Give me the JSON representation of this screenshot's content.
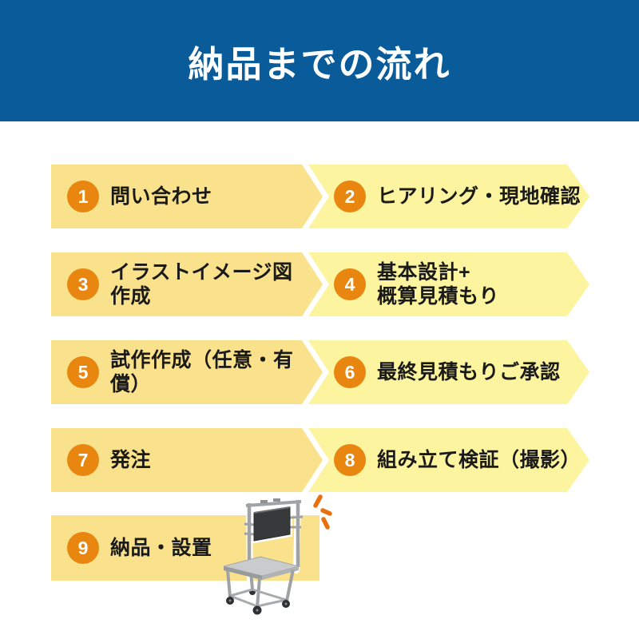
{
  "title": "納品までの流れ",
  "colors": {
    "header-bg": "#0A5B9A",
    "title-text": "#FFFFFF",
    "box-dark": "#FAE18B",
    "box-light": "#FCF49E",
    "badge": "#E8860F",
    "burst": "#E8700E",
    "text": "#1A1A1A"
  },
  "steps": [
    {
      "num": "1",
      "lines": [
        "問い合わせ"
      ]
    },
    {
      "num": "2",
      "lines": [
        "ヒアリング・現地確認"
      ]
    },
    {
      "num": "3",
      "lines": [
        "イラストイメージ図",
        "作成"
      ]
    },
    {
      "num": "4",
      "lines": [
        "基本設計+",
        "概算見積もり"
      ]
    },
    {
      "num": "5",
      "lines": [
        "試作作成（任意・有償）"
      ]
    },
    {
      "num": "6",
      "lines": [
        "最終見積もりご承認"
      ]
    },
    {
      "num": "7",
      "lines": [
        "発注"
      ]
    },
    {
      "num": "8",
      "lines": [
        "組み立て検証（撮影）"
      ]
    },
    {
      "num": "9",
      "lines": [
        "納品・設置"
      ]
    }
  ]
}
